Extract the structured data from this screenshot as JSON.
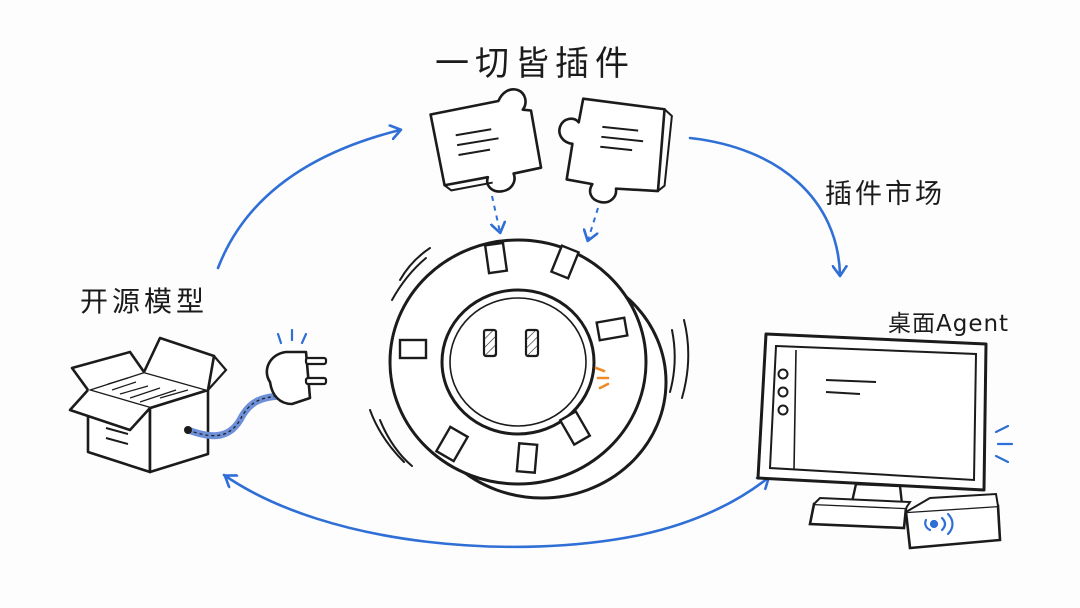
{
  "title": "一切皆插件",
  "labels": {
    "plugin_market": "插件市场",
    "open_source_model": "开源模型",
    "desktop_agent": "桌面Agent"
  },
  "colors": {
    "ink": "#1b1b1b",
    "arrow_blue": "#2f6fd6",
    "accent_orange": "#f08a24",
    "cable_blue": "#6d8fd8"
  },
  "icons": [
    "puzzle-piece-icon",
    "power-socket-icon",
    "open-box-icon",
    "power-plug-icon",
    "computer-monitor-icon",
    "wifi-signal-icon"
  ]
}
